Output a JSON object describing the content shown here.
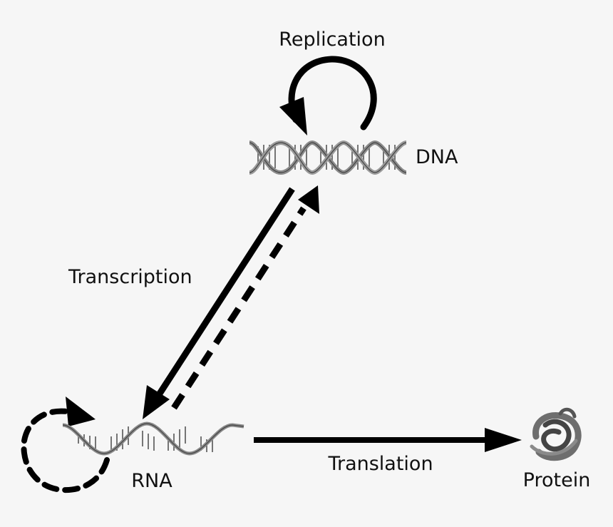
{
  "diagram": {
    "labels": {
      "replication": "Replication",
      "dna": "DNA",
      "transcription": "Transcription",
      "rna": "RNA",
      "translation": "Translation",
      "protein": "Protein"
    },
    "colors": {
      "background": "#f6f6f6",
      "arrow": "#000000",
      "helix_strand": "#8a8a8a",
      "helix_rungs": "#555555",
      "protein": "#6e6e6e"
    },
    "icons": [
      "dna-helix-icon",
      "rna-strand-icon",
      "protein-structure-icon"
    ]
  }
}
